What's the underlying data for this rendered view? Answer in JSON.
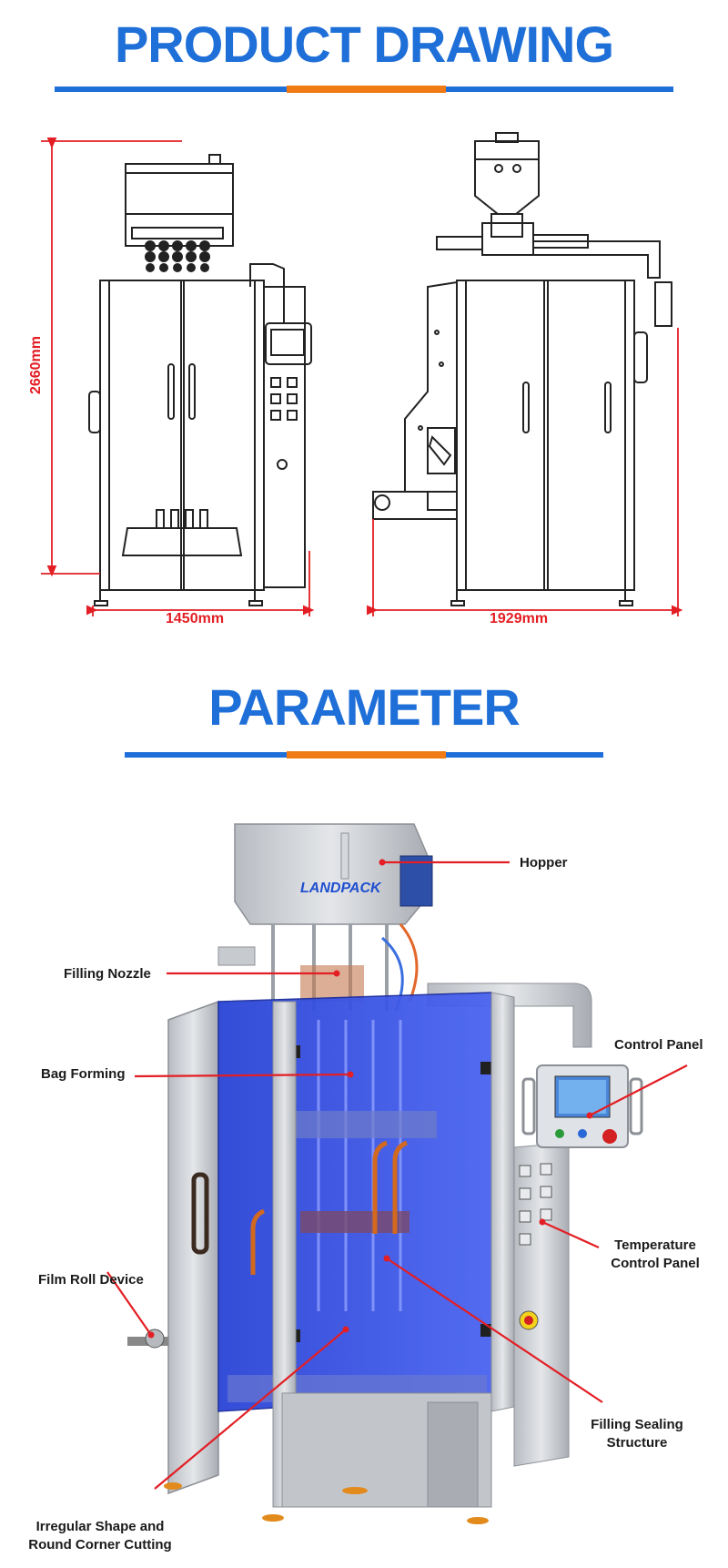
{
  "sections": {
    "drawing_title": "PRODUCT DRAWING",
    "parameter_title": "PARAMETER"
  },
  "dimensions": {
    "height": "2660mm",
    "width_front": "1450mm",
    "width_side": "1929mm"
  },
  "brand": "LANDPACK",
  "callouts": {
    "hopper": "Hopper",
    "filling_nozzle": "Filling Nozzle",
    "control_panel": "Control Panel",
    "bag_forming": "Bag Forming",
    "film_roll": "Film Roll Device",
    "temperature_line1": "Temperature",
    "temperature_line2": "Control Panel",
    "filling_sealing_line1": "Filling Sealing",
    "filling_sealing_line2": "Structure",
    "irregular_line1": "Irregular Shape and",
    "irregular_line2": "Round Corner Cutting"
  },
  "colors": {
    "heading_blue": "#1f6fd8",
    "accent_orange": "#f07a14",
    "dimension_red": "#e31e24",
    "panel_blue": "#2f4fe0",
    "steel": "#c9cdd2"
  }
}
